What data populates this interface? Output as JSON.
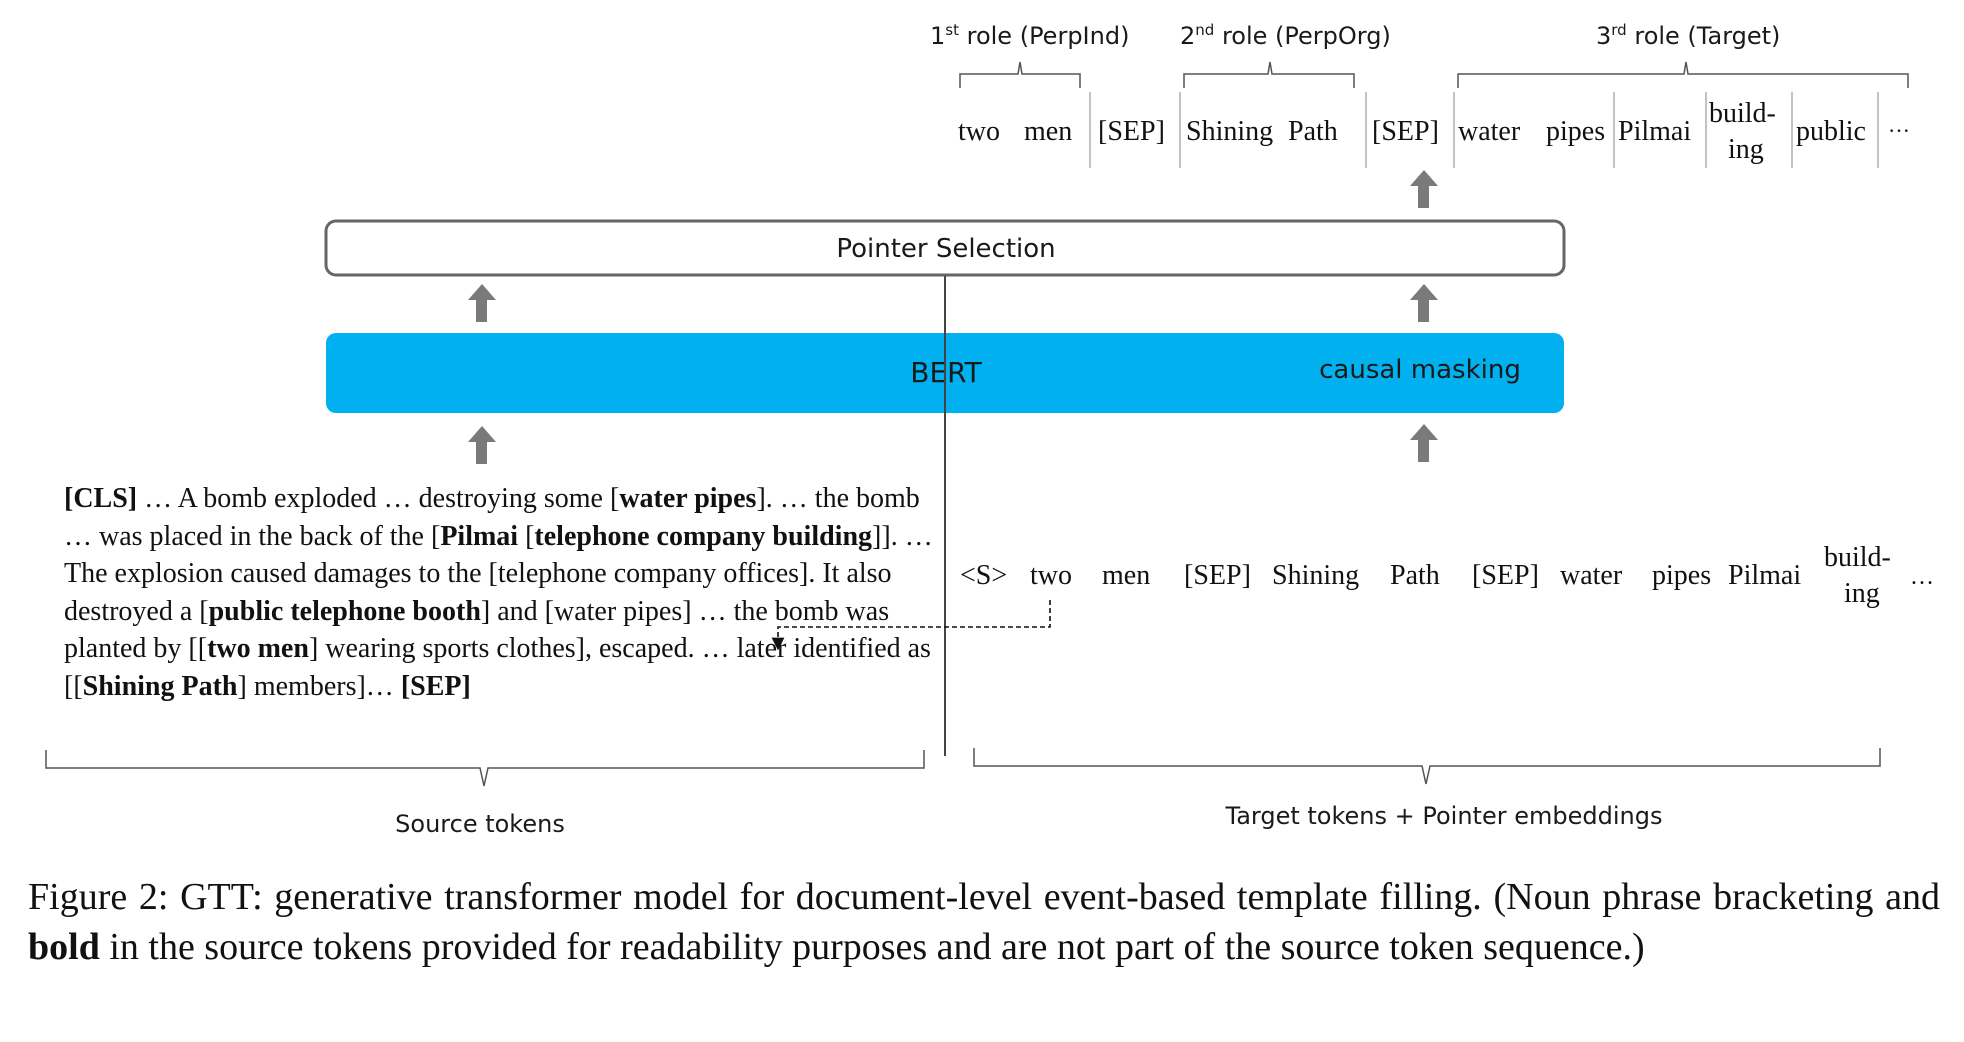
{
  "roles": [
    {
      "ordinal": "1",
      "suffix": "st",
      "text": " role (PerpInd)"
    },
    {
      "ordinal": "2",
      "suffix": "nd",
      "text": " role (PerpOrg)"
    },
    {
      "ordinal": "3",
      "suffix": "rd",
      "text": " role (Target)"
    }
  ],
  "output_tokens": {
    "two": "two",
    "men": "men",
    "sep1": "[SEP]",
    "shining": "Shining",
    "path": "Path",
    "sep2": "[SEP]",
    "water": "water",
    "pipes": "pipes",
    "pilmai": "Pilmai",
    "build": "build-",
    "ing": "ing",
    "public": "public",
    "ellipsis": "···"
  },
  "boxes": {
    "pointer_selection": "Pointer Selection",
    "bert": "BERT",
    "causal_masking": "causal masking"
  },
  "colors": {
    "bert_fill": "#00b0ef",
    "arrow": "#7a7a7a",
    "box_border": "#666666"
  },
  "source_text": {
    "s1": "[CLS]",
    "s2": " … A bomb exploded … destroying some [",
    "s3": "water pipes",
    "s4": "]. … the bomb … was placed in the back of the [",
    "s5": "Pilmai",
    "s6": " [",
    "s7": "telephone company building",
    "s8": "]]. … The explosion caused damages to the [telephone company offices]. It also destroyed a [",
    "s9": "public telephone booth",
    "s10": "] and [water pipes] … the bomb was planted by [[",
    "s11": "two men",
    "s12": "] wearing sports clothes], escaped.  … later identified as [[",
    "s13": "Shining Path",
    "s14": "] members]… ",
    "s15": "[SEP]"
  },
  "target_tokens": {
    "s": "<S>",
    "two": "two",
    "men": "men",
    "sep1": "[SEP]",
    "shining": "Shining",
    "path": "Path",
    "sep2": "[SEP]",
    "water": "water",
    "pipes": "pipes",
    "pilmai": "Pilmai",
    "build": "build-",
    "ing": "ing",
    "ellipsis": "…"
  },
  "labels": {
    "source": "Source tokens",
    "target": "Target tokens + Pointer embeddings"
  },
  "caption": {
    "p1": "Figure 2:  GTT: generative transformer model for document-level event-based template filling.  (Noun phrase bracketing and ",
    "bold": "bold",
    "p2": " in the source tokens provided for readability purposes and are not part of the source token sequence.)"
  }
}
